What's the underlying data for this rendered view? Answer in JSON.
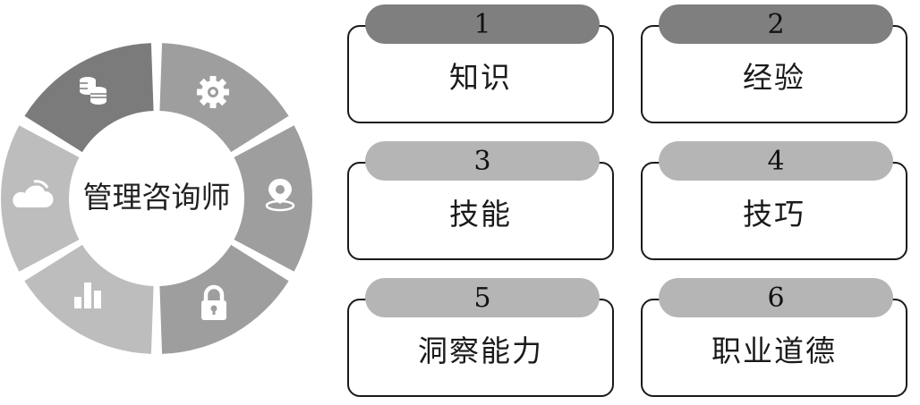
{
  "center": {
    "label": "管理咨询师"
  },
  "colors": {
    "segment_dark": "#7b7b7b",
    "segment_mid": "#9e9e9e",
    "segment_light": "#bdbdbd",
    "tab_dark": "#7f7f7f",
    "tab_light": "#b5b5b5",
    "icon": "#ffffff"
  },
  "segments": [
    {
      "icon": "coins-icon",
      "shade": "dark"
    },
    {
      "icon": "gear-icon",
      "shade": "mid"
    },
    {
      "icon": "location-pin-icon",
      "shade": "mid"
    },
    {
      "icon": "lock-icon",
      "shade": "mid"
    },
    {
      "icon": "bar-chart-icon",
      "shade": "light"
    },
    {
      "icon": "cloud-icon",
      "shade": "light"
    }
  ],
  "cards": [
    {
      "number": "1",
      "label": "知识"
    },
    {
      "number": "2",
      "label": "经验"
    },
    {
      "number": "3",
      "label": "技能"
    },
    {
      "number": "4",
      "label": "技巧"
    },
    {
      "number": "5",
      "label": "洞察能力"
    },
    {
      "number": "6",
      "label": "职业道德"
    }
  ]
}
